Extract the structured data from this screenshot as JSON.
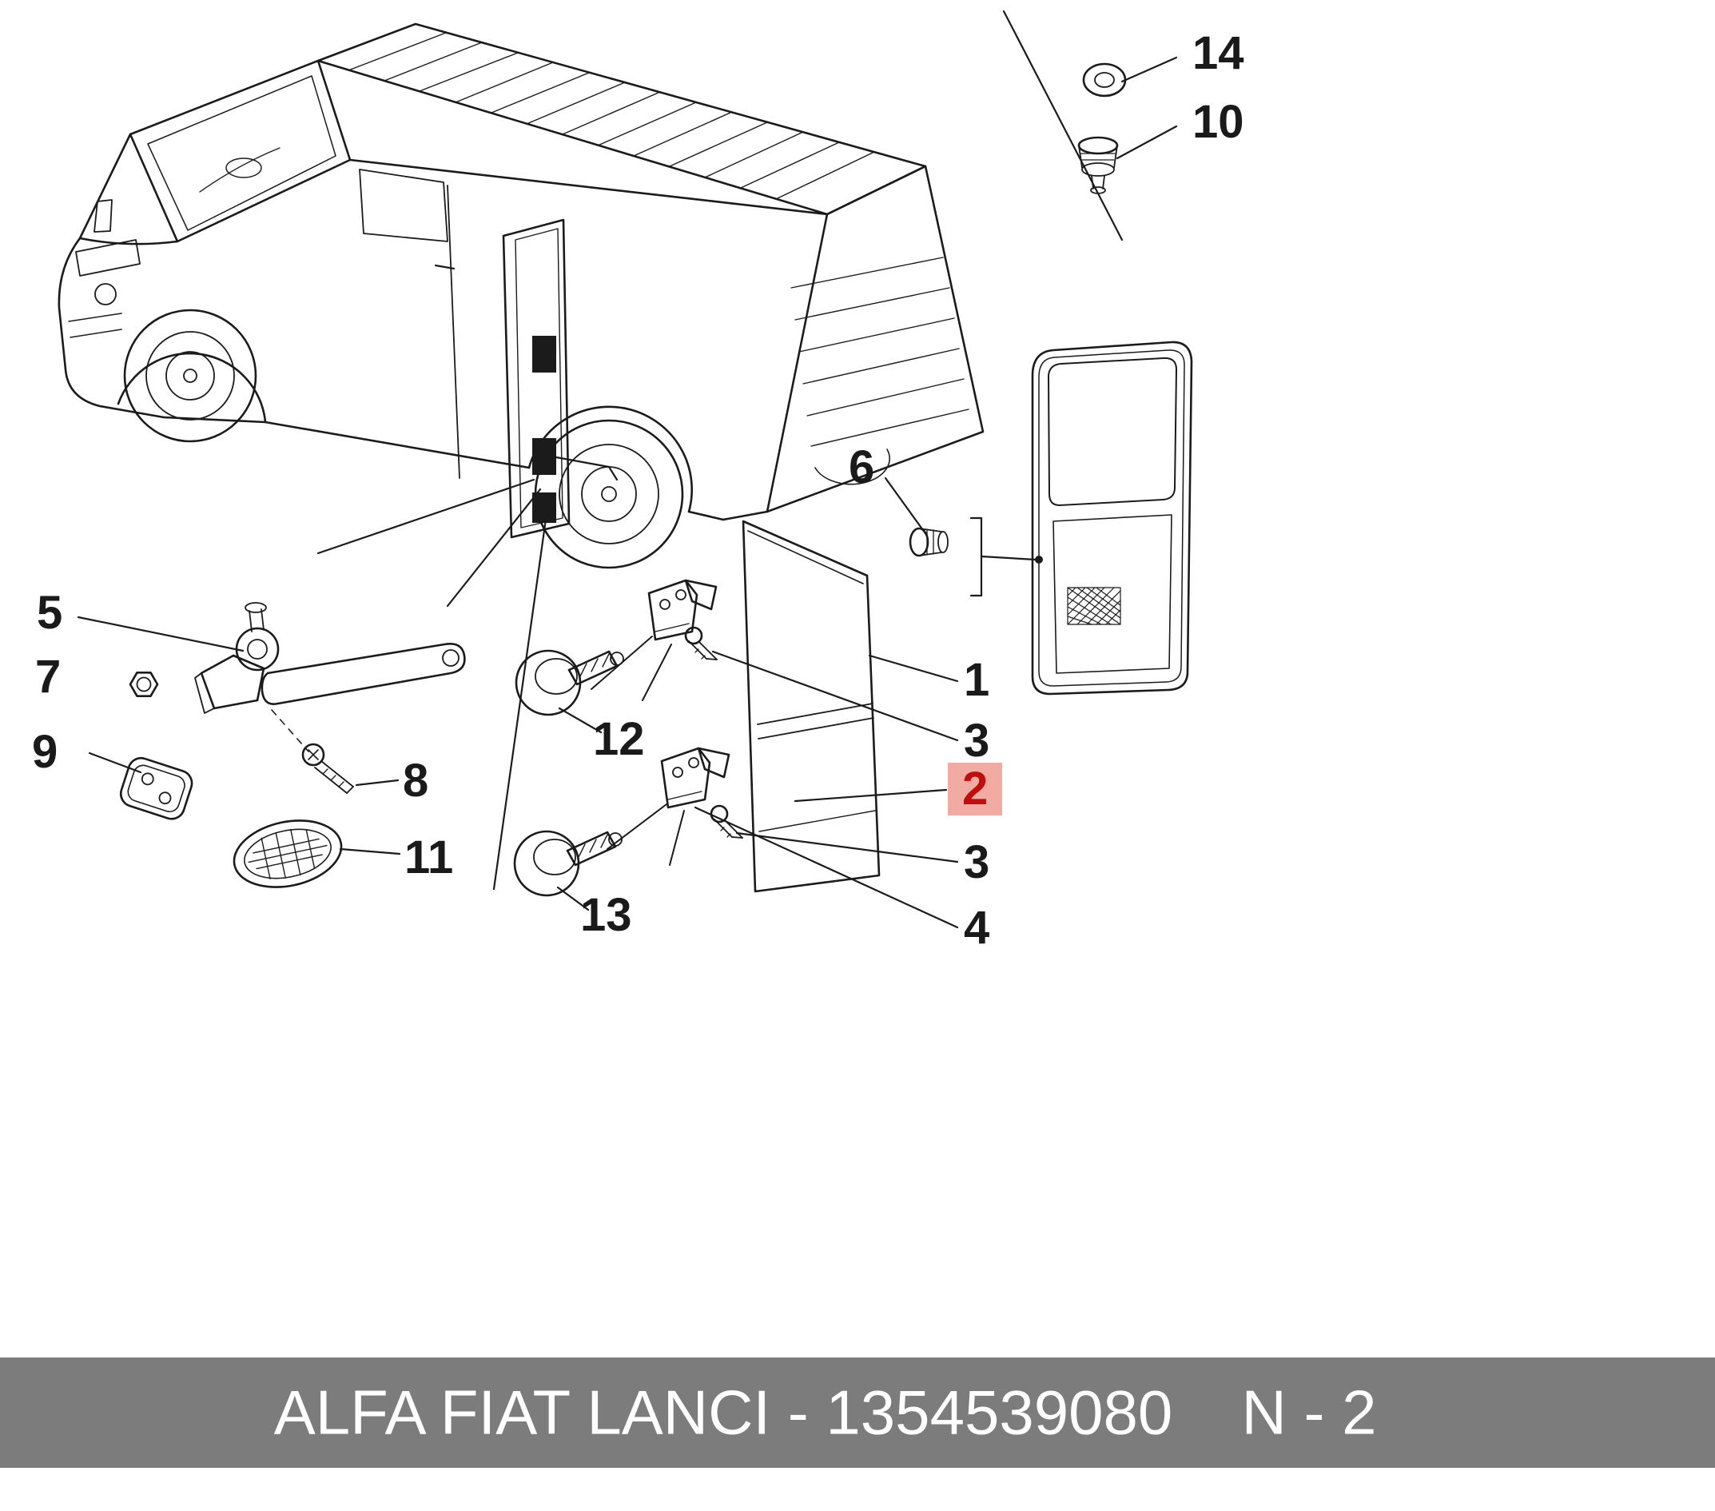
{
  "footer": {
    "brand_text": "ALFA FIAT LANCI - 1354539080",
    "page_ref": "N - 2",
    "background_color": "#7c7c7c",
    "text_color": "#ffffff"
  },
  "diagram": {
    "line_color": "#1b1b1b",
    "background_color": "#ffffff",
    "highlight_text_color": "#c00d0d",
    "highlight_bg_color": "#f1aba2",
    "callouts": [
      {
        "label": "14",
        "highlighted": false
      },
      {
        "label": "10",
        "highlighted": false
      },
      {
        "label": "6",
        "highlighted": false
      },
      {
        "label": "1",
        "highlighted": false
      },
      {
        "label": "3",
        "highlighted": false
      },
      {
        "label": "2",
        "highlighted": true
      },
      {
        "label": "3",
        "highlighted": false
      },
      {
        "label": "4",
        "highlighted": false
      },
      {
        "label": "5",
        "highlighted": false
      },
      {
        "label": "7",
        "highlighted": false
      },
      {
        "label": "9",
        "highlighted": false
      },
      {
        "label": "8",
        "highlighted": false
      },
      {
        "label": "11",
        "highlighted": false
      },
      {
        "label": "12",
        "highlighted": false
      },
      {
        "label": "13",
        "highlighted": false
      }
    ]
  }
}
